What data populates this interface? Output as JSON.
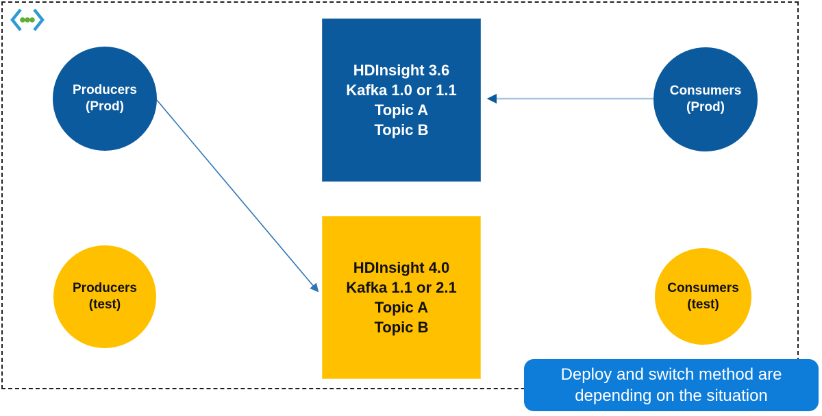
{
  "palette": {
    "node-dark-blue": "#0B5A9E",
    "node-yellow": "#FFC000",
    "note-blue": "#0E7CD9",
    "arrow-dark": "#2E75B6",
    "arrow-light": "#A9C4E0",
    "border-dark": "#1F1F1F",
    "icon-blue": "#2E9BD5",
    "icon-green": "#5FAE2F"
  },
  "icons": {
    "logo": "code-dots-icon"
  },
  "nodes": {
    "producers_prod": {
      "line1": "Producers",
      "line2": "(Prod)"
    },
    "producers_test": {
      "line1": "Producers",
      "line2": "(test)"
    },
    "consumers_prod": {
      "line1": "Consumers",
      "line2": "(Prod)"
    },
    "consumers_test": {
      "line1": "Consumers",
      "line2": "(test)"
    },
    "cluster_old": {
      "lines": [
        "HDInsight 3.6",
        "Kafka 1.0 or 1.1",
        "Topic A",
        "Topic B"
      ]
    },
    "cluster_new": {
      "lines": [
        "HDInsight 4.0",
        "Kafka 1.1 or 2.1",
        "Topic A",
        "Topic B"
      ]
    }
  },
  "note": {
    "line1": "Deploy and switch method are",
    "line2": "depending on the situation"
  }
}
